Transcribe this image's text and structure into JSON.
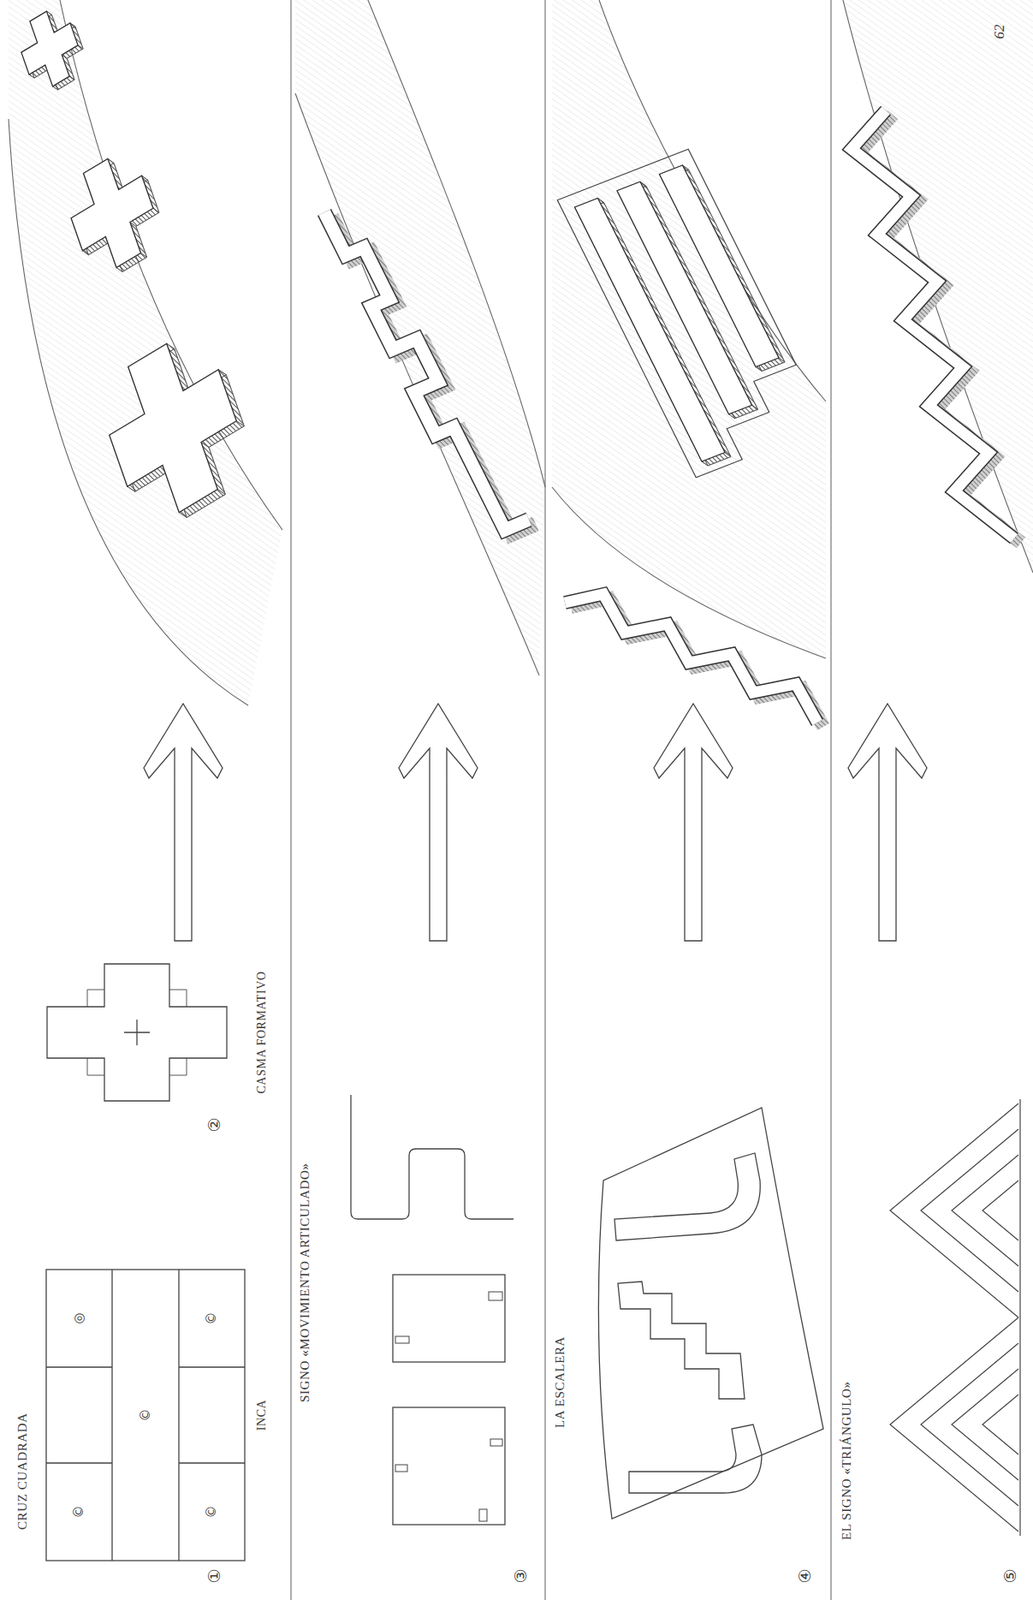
{
  "diagram": {
    "labels": [
      "CRUZ CUADRADA",
      "◎",
      "©",
      "©",
      "©",
      "©",
      "①",
      "INCA",
      "②",
      "CASMA FORMATIVO",
      "SIGNO «MOVIMIENTO ARTICULADO»",
      "③",
      "LA ESCALERA",
      "④",
      "EL SIGNO «TRIÁNGULO»",
      "⑤",
      "62"
    ]
  }
}
